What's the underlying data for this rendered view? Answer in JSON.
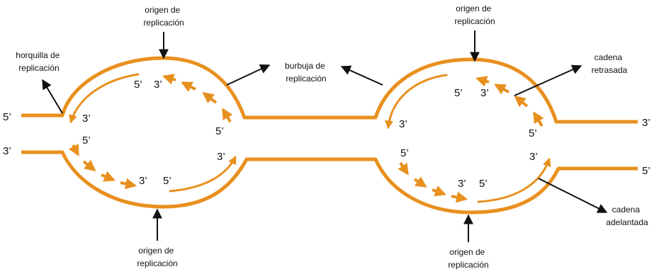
{
  "colors": {
    "dna": "#E8901E",
    "arrow": "#111111",
    "text": "#111111"
  },
  "labels": {
    "origin_top_left": [
      "origen de",
      "replicación"
    ],
    "origin_top_right": [
      "origen de",
      "replicación"
    ],
    "origin_bottom_left": [
      "origen de",
      "replicación"
    ],
    "origin_bottom_right": [
      "origen de",
      "replicación"
    ],
    "fork": [
      "horquilla de",
      "replicación"
    ],
    "bubble": [
      "burbuja de",
      "replicación"
    ],
    "lagging": [
      "cadena",
      "retrasada"
    ],
    "leading": [
      "cadena",
      "adelantada"
    ]
  },
  "ends": {
    "five_prime": "5’",
    "three_prime": "3’"
  }
}
